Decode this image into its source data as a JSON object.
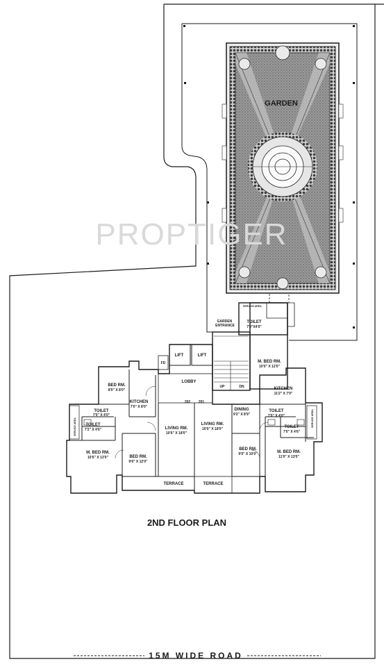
{
  "title": "2ND FLOOR PLAN",
  "road_label": "15M WIDE ROAD",
  "watermark": "PROPTIGER",
  "garden": {
    "label": "GARDEN"
  },
  "core": {
    "lift_left": "LIFT",
    "lift_right": "LIFT",
    "lobby": "LOBBY",
    "fd": "FD",
    "up": "UP",
    "dn": "DN",
    "garden_entrance": "GARDEN\nENTRANCE"
  },
  "flat_numbers": {
    "left": "202",
    "right": "201"
  },
  "rooms": {
    "left_bed": {
      "name": "BED RM.",
      "size": "8'0\" X 8'0\""
    },
    "left_kitchen": {
      "name": "KITCHEN",
      "size": "7'0\" X 8'0\""
    },
    "left_toilet_a": {
      "name": "TOILET",
      "size": "7'0\" X 4'0\""
    },
    "left_toilet_b": {
      "name": "TOILET",
      "size": "7'2\" X 4'6\""
    },
    "left_living": {
      "name": "LIVING RM.",
      "size": "10'6\" X 18'0\""
    },
    "left_mbed": {
      "name": "M. BED RM.",
      "size": "10'6\" X 13'0\""
    },
    "left_bed2": {
      "name": "BED RM.",
      "size": "9'6\" X 12'0\""
    },
    "left_terrace": {
      "name": "TERRACE"
    },
    "right_toilet_top": {
      "name": "TOILET",
      "size": "7'0\"X4'0\""
    },
    "right_mbed_top": {
      "name": "M. BED RM.",
      "size": "10'0\" X 12'0\""
    },
    "right_kitchen": {
      "name": "KITCHEN",
      "size": "11'2\" X 7'0\""
    },
    "right_dining": {
      "name": "DINING",
      "size": "9'2\" X 8'9\""
    },
    "right_living": {
      "name": "LIVING RM.",
      "size": "10'0\" X 18'0\""
    },
    "right_toilet_a": {
      "name": "TOILET",
      "size": "7'0\" X 4'0\""
    },
    "right_toilet_b": {
      "name": "TOILET",
      "size": "7'0\" X 4'6\""
    },
    "right_bed": {
      "name": "BED RM.",
      "size": "9'0\" X 10'0\""
    },
    "right_mbed": {
      "name": "M. BED RM.",
      "size": "11'0\" X 13'0\""
    },
    "right_terrace": {
      "name": "TERRACE"
    }
  },
  "service_areas": {
    "left": "SERVICE AREA",
    "right": "SERVICE AREA",
    "top": "SERVICE AREA"
  },
  "colors": {
    "ink": "#1a1a1a",
    "garden_fill": "#8a8a8a",
    "paper": "#ffffff"
  }
}
